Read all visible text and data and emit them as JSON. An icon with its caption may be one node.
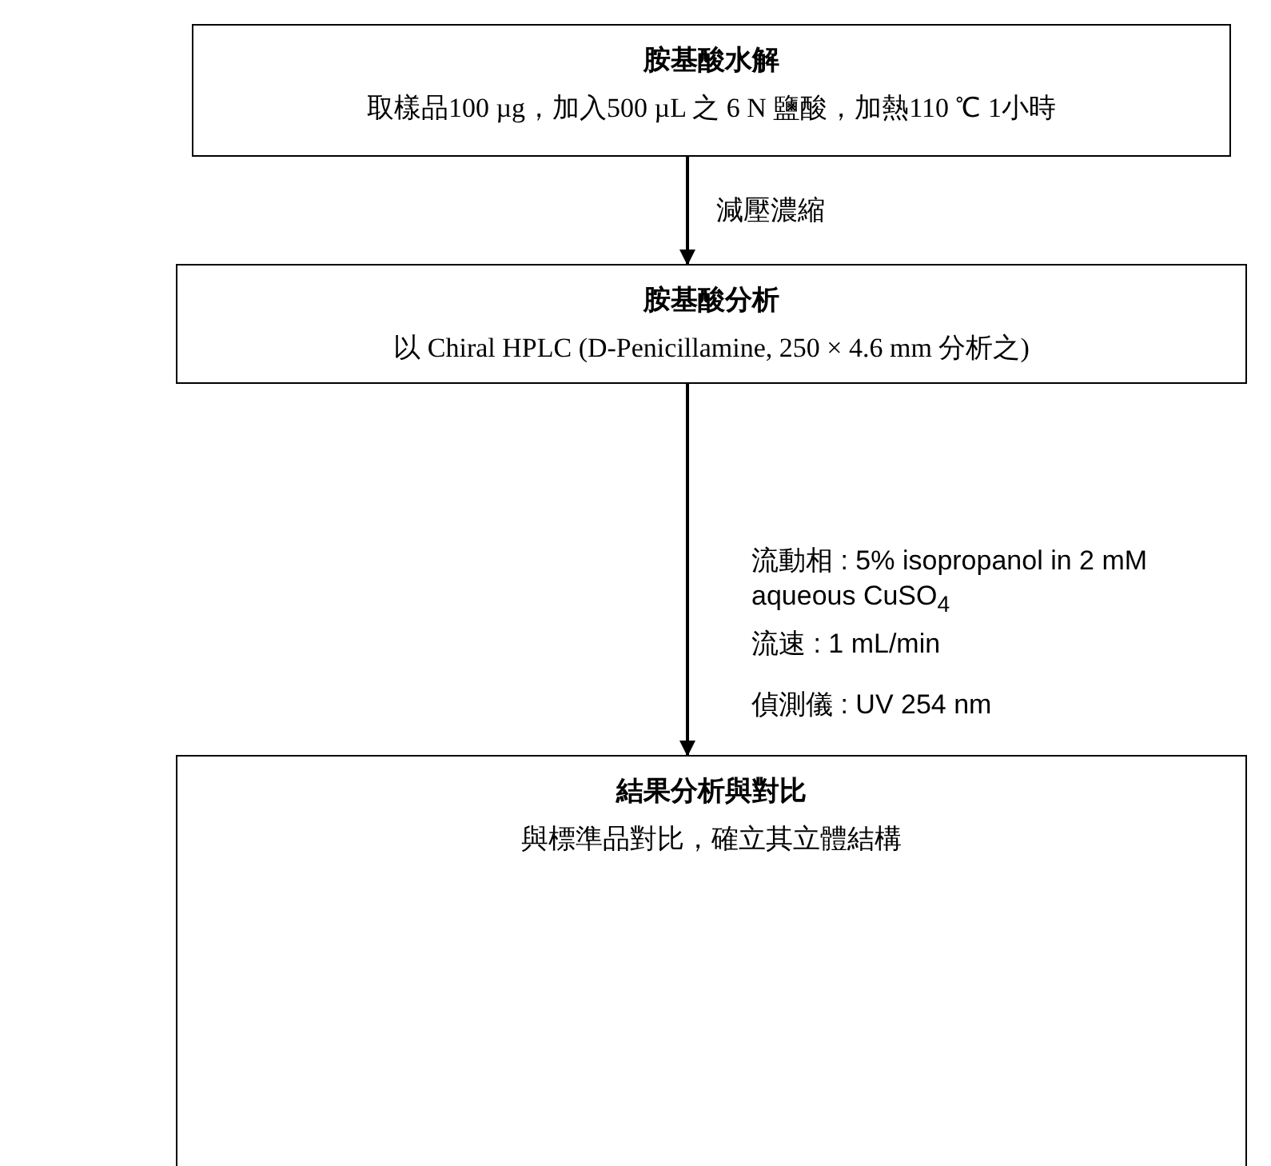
{
  "diagram": {
    "nodes": [
      {
        "text": [
          "胺基酸水解",
          "取樣品100 µg，加入500 µL 之 6 N 鹽酸，加熱110 ℃ 1小時"
        ]
      },
      {
        "text": [
          "胺基酸分析",
          "以 Chiral HPLC (D-Penicillamine, 250 × 4.6 mm 分析之)"
        ]
      },
      {
        "text": [
          "結果分析與對比",
          "與標準品對比，確立其立體結構"
        ]
      }
    ],
    "edges": [
      {
        "from": 0,
        "to": 1,
        "arrow": "to",
        "label": "減壓濃縮"
      },
      {
        "from": 1,
        "to": 2,
        "arrow": "to"
      }
    ],
    "labels": [
      "流動相 : 5% isopropanol in 2 mM aqueous CuSO$_{4}$",
      "流速 : 1 mL/min",
      "偵測儀 : UV 254 nm"
    ]
  }
}
